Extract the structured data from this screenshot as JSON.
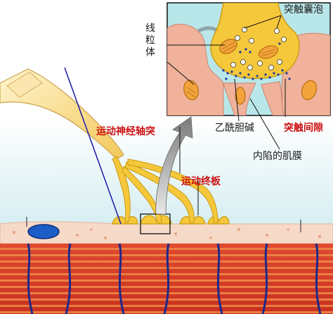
{
  "labels": {
    "synaptic_vesicle": "突触囊泡",
    "mitochondria": "线粒体",
    "motor_axon": "运动神经轴突",
    "acetylcholine": "乙酰胆碱",
    "synaptic_cleft": "突触间隙",
    "motor_end_plate": "运动终板",
    "folded_muscle_membrane": "内陷的肌膜"
  },
  "colors": {
    "axon_fill": "#f5c73a",
    "axon_stroke": "#c99a12",
    "muscle_red": "#d83a2c",
    "muscle_orange": "#f08a4a",
    "stripe_blue": "#1c2a8c",
    "sarcolemma_pink": "#f7d9c8",
    "inset_bg": "#b9e6e8",
    "pointer_line": "#1a1aa8",
    "label_red": "#cc1111",
    "label_dark": "#1a1a1a"
  }
}
